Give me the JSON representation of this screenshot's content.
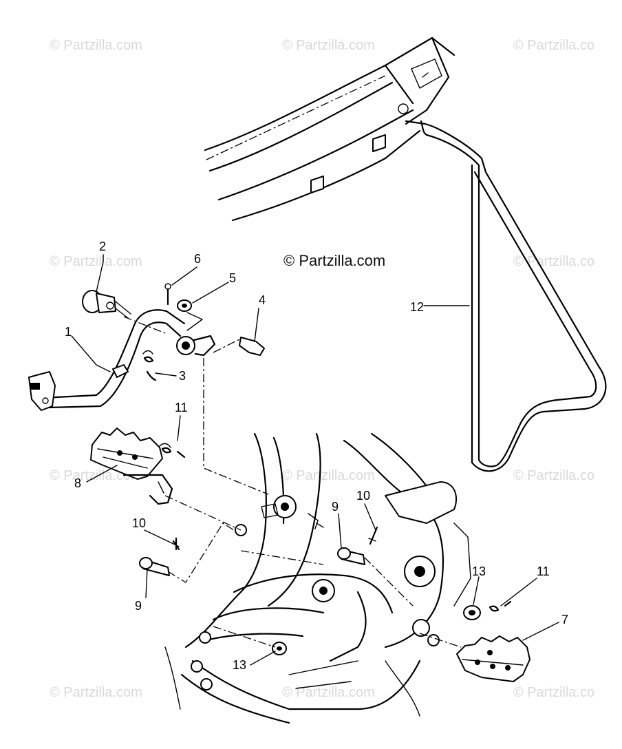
{
  "watermarks": {
    "main": "© Partzilla.com",
    "tile": "© Partzilla.com",
    "tile_clipped": "© Partzilla.co"
  },
  "callouts": {
    "c1": "1",
    "c2": "2",
    "c3": "3",
    "c4": "4",
    "c5": "5",
    "c6": "6",
    "c7": "7",
    "c8": "8",
    "c9a": "9",
    "c9b": "9",
    "c10a": "10",
    "c10b": "10",
    "c11a": "11",
    "c11b": "11",
    "c12": "12",
    "c13a": "13",
    "c13b": "13"
  }
}
